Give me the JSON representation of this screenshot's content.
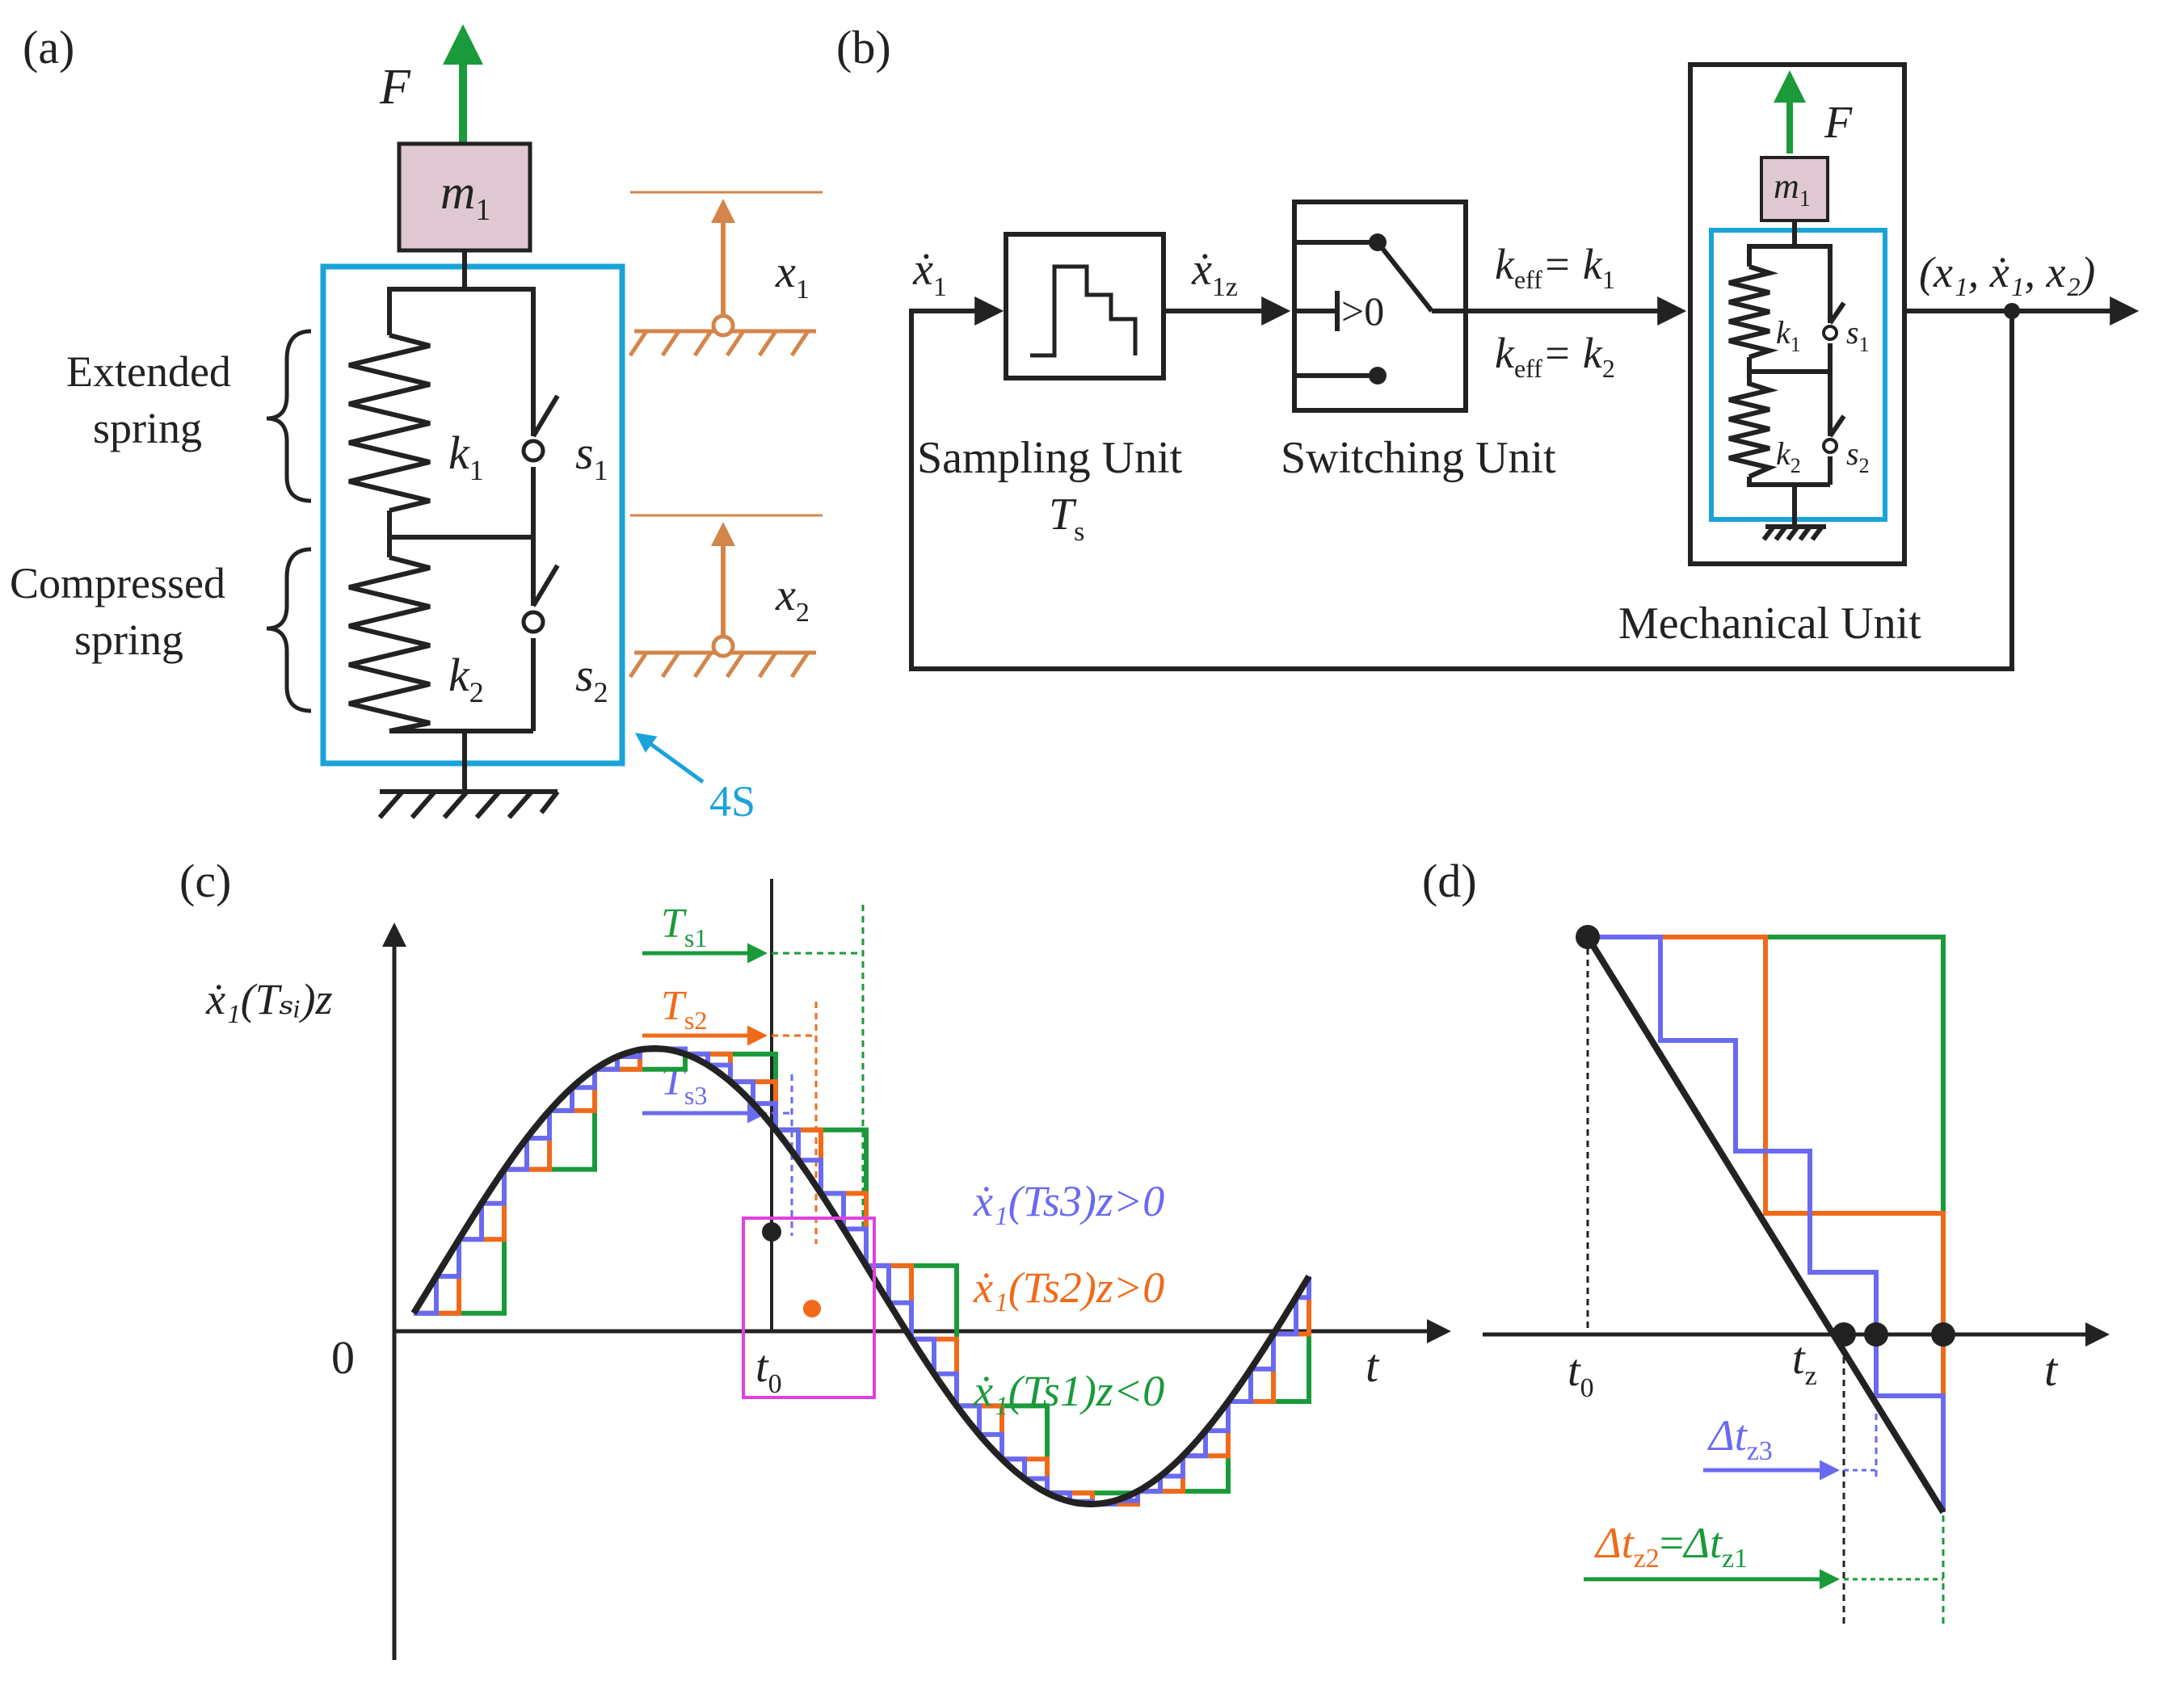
{
  "colors": {
    "black": "#222222",
    "green": "#1a9a3a",
    "orange": "#f06a1a",
    "blue": "#6a6af0",
    "cyan": "#1aa3d9",
    "mass_fill": "#e0c8d3",
    "copper": "#d4854a",
    "magenta": "#e040e0"
  },
  "panel_a": {
    "tag": "(a)",
    "force": "F",
    "mass": "m",
    "mass_sub": "1",
    "extended_line1": "Extended",
    "extended_line2": "spring",
    "compressed_line1": "Compressed",
    "compressed_line2": "spring",
    "k1": "k",
    "k1_sub": "1",
    "k2": "k",
    "k2_sub": "2",
    "s1": "s",
    "s1_sub": "1",
    "s2": "s",
    "s2_sub": "2",
    "x1": "x",
    "x1_sub": "1",
    "x2": "x",
    "x2_sub": "2",
    "box_label": "4S"
  },
  "panel_b": {
    "tag": "(b)",
    "input": "ẋ",
    "input_sub": "1",
    "sampled": "ẋ",
    "sampled_sub": "1z",
    "gt_zero": ">0",
    "keff": "k",
    "keff_sub": "eff",
    "eq1_rhs": "= k",
    "eq1_sub": "1",
    "eq2_rhs": "= k",
    "eq2_sub": "2",
    "sampling_unit": "Sampling Unit",
    "ts": "T",
    "ts_sub": "s",
    "switching_unit": "Switching Unit",
    "mechanical_unit": "Mechanical Unit",
    "force": "F",
    "mass": "m",
    "mass_sub": "1",
    "k1": "k",
    "k1_sub": "1",
    "s1": "s",
    "s1_sub": "1",
    "k2": "k",
    "k2_sub": "2",
    "s2": "s",
    "s2_sub": "2",
    "output": "(x₁, ẋ₁, x₂)"
  },
  "panel_c": {
    "tag": "(c)",
    "ylabel": "ẋ₁(Tₛᵢ)z",
    "zero": "0",
    "t": "t",
    "t0": "t",
    "t0_sub": "0",
    "ts1": "T",
    "ts1_sub": "s1",
    "ts2": "T",
    "ts2_sub": "s2",
    "ts3": "T",
    "ts3_sub": "s3",
    "cond3": "ẋ₁(Ts3)z>0",
    "cond2": "ẋ₁(Ts2)z>0",
    "cond1": "ẋ₁(Ts1)z<0"
  },
  "panel_d": {
    "tag": "(d)",
    "t0": "t",
    "t0_sub": "0",
    "tz": "t",
    "tz_sub": "z",
    "t": "t",
    "dtz3": "Δt",
    "dtz3_sub": "z3",
    "dtz2": "Δt",
    "dtz2_sub": "z2",
    "equals": "=",
    "dtz1": "Δt",
    "dtz1_sub": "z1"
  }
}
